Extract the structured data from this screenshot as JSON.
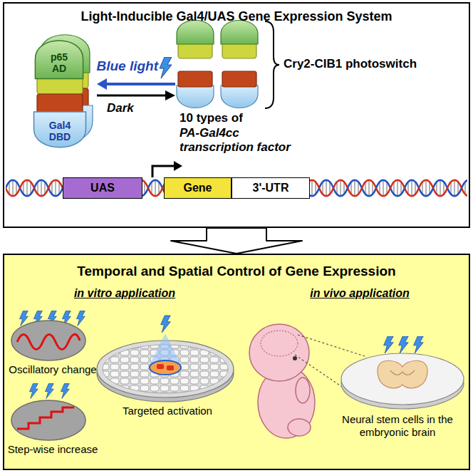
{
  "diagram": {
    "nodes": [
      {
        "text": [
          "Light-Inducible Gal4/UAS Gene Expression System"
        ]
      },
      {
        "text": [
          "p65 AD"
        ],
        "in": 0
      },
      {
        "text": [
          "Gal4 DBD"
        ],
        "in": 0
      },
      {
        "text": [
          "UAS"
        ],
        "in": 0
      },
      {
        "text": [
          "Gene"
        ],
        "in": 0
      },
      {
        "text": [
          "3'-UTR"
        ],
        "in": 0
      },
      {
        "text": [
          "Temporal and Spatial Control of Gene Expression"
        ]
      }
    ],
    "edges": [
      {
        "from": 0,
        "to": 6,
        "arrow": "to"
      }
    ],
    "labels": [
      "Blue light",
      "Dark",
      "Cry2-CIB1 photoswitch",
      "10 types of",
      "PA-Gal4cc transcription factor",
      "in vitro application",
      "in vivo application",
      "Oscillatory change",
      "Step-wise increase",
      "Targeted activation",
      "Neural stem cells in the embryonic brain"
    ]
  }
}
